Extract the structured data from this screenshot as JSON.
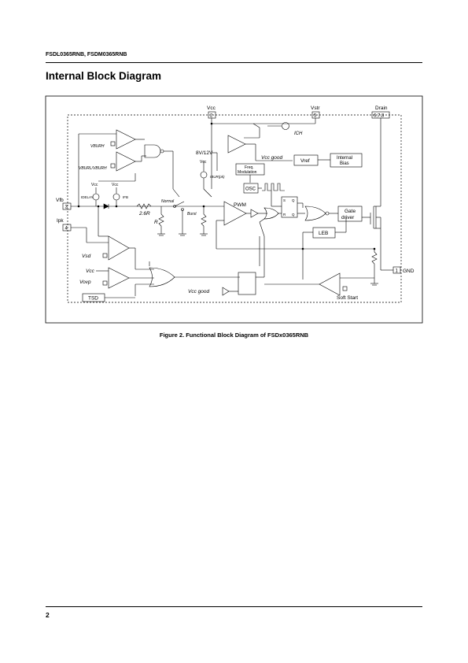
{
  "header": {
    "parts": "FSDL0365RNB, FSDM0365RNB"
  },
  "section_title": "Internal Block Diagram",
  "diagram": {
    "pins": {
      "vcc": "Vcc",
      "vcc_num": "2",
      "vstr": "Vstr",
      "vstr_num": "5",
      "drain": "Drain",
      "drain_num": "6,7,8",
      "vfb": "Vfb",
      "vfb_num": "3",
      "ipk": "Ipk",
      "ipk_num": "4",
      "gnd": "GND",
      "gnd_num": "1"
    },
    "labels": {
      "vburh": "VBURH",
      "vburl_vburh": "VBURL/VBURH",
      "vcc_a": "Vcc",
      "vcc_b": "Vcc",
      "vcc_c": "Vcc",
      "idelay": "IDELAY",
      "ifb": "IFB",
      "r26": "2.6R",
      "r": "R",
      "normal": "Normal",
      "burst": "Burst",
      "v8_12": "8V/12V",
      "iburpk": "IBUR(pk)",
      "ich": "ICH",
      "vcc_good_top": "Vcc good",
      "vref": "Vref",
      "internal_bias_1": "Internal",
      "internal_bias_2": "Bias",
      "freq_mod_1": "Freq.",
      "freq_mod_2": "Modulation",
      "osc": "OSC",
      "pwm": "PWM",
      "s": "S",
      "q": "Q",
      "r_in": "R",
      "qbar": "Q",
      "gate_driver_1": "Gate",
      "gate_driver_2": "driver",
      "leb": "LEB",
      "vsd": "Vsd",
      "vcc_cmp": "Vcc",
      "vovp": "Vovp",
      "tsd": "TSD",
      "vcc_good_bot": "Vcc good",
      "soft_start": "Soft Start"
    }
  },
  "caption": "Figure 2. Functional Block Diagram of FSDx0365RNB",
  "page_number": "2"
}
